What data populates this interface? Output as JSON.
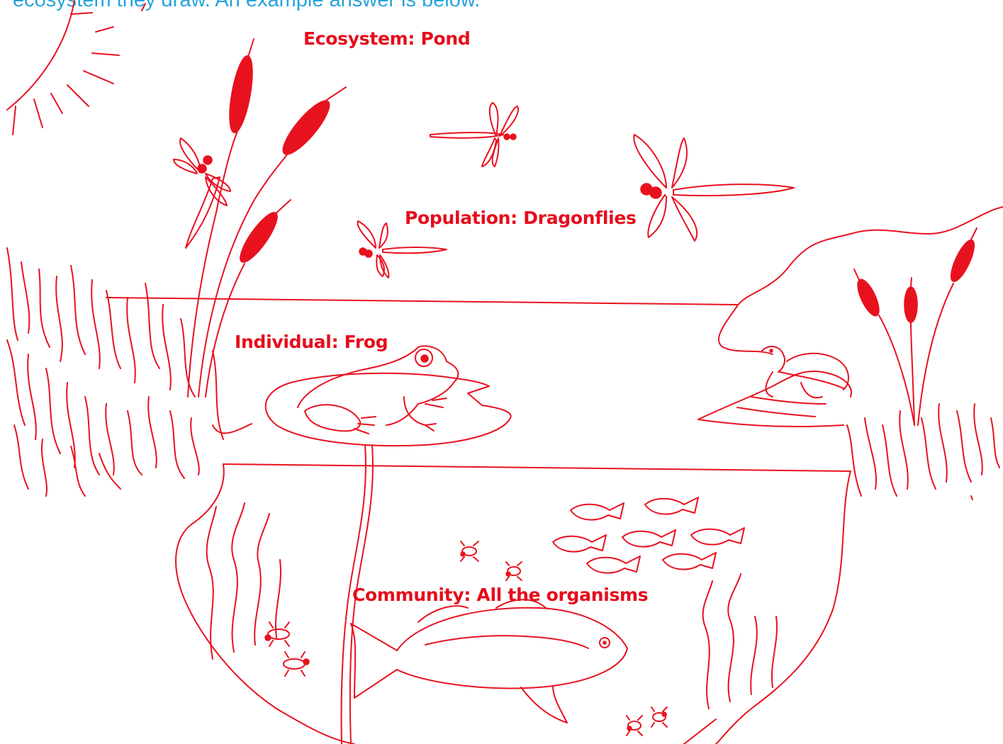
{
  "intro_text": "ecosystem they draw. An example answer is below.",
  "labels": {
    "ecosystem": "Ecosystem: Pond",
    "population": "Population: Dragonflies",
    "individual": "Individual: Frog",
    "community": "Community: All the organisms"
  },
  "colors": {
    "drawing": "#e8121f",
    "label": "#e60c1c",
    "intro": "#27a3dc"
  }
}
